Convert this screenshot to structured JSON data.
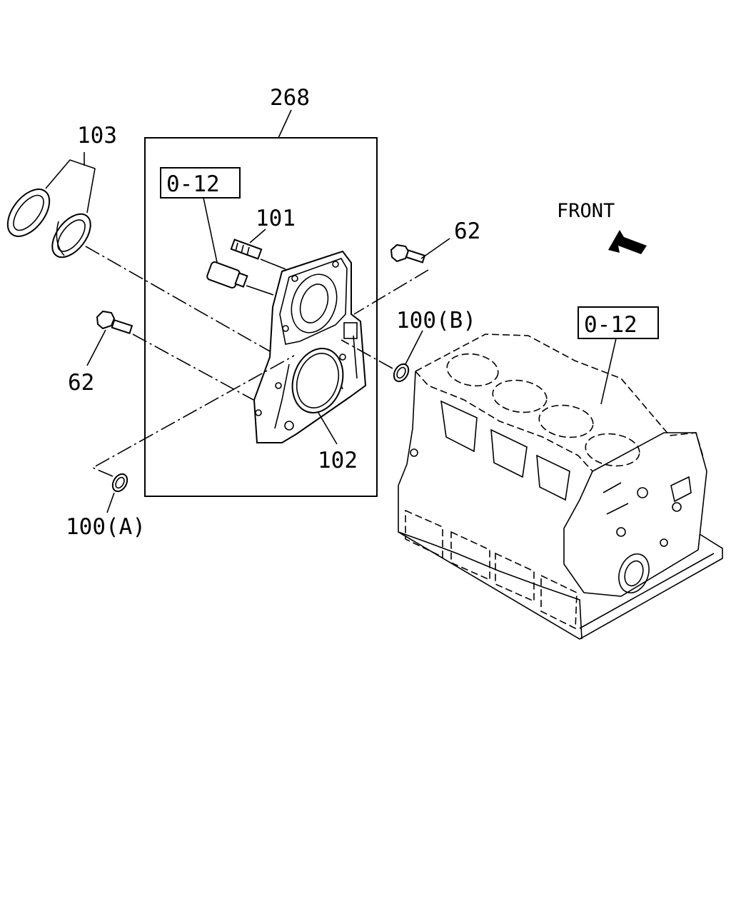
{
  "labels": {
    "assembly": "268",
    "oil_seal": "103",
    "ref_box_upper": "0-12",
    "stud": "101",
    "bolt_right": "62",
    "bolt_left": "62",
    "orifice_b": "100(B)",
    "orifice_a": "100(A)",
    "gasket": "102",
    "ref_box_block": "0-12",
    "front": "FRONT"
  },
  "icons": {
    "front_arrow": "front-arrow-icon"
  }
}
